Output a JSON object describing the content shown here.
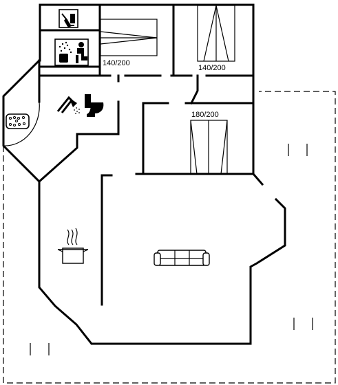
{
  "plan": {
    "beds": [
      {
        "id": "bed-1",
        "label": "140/200"
      },
      {
        "id": "bed-2",
        "label": "140/200"
      },
      {
        "id": "bed-3",
        "label": "180/200"
      }
    ],
    "icons": [
      {
        "id": "vacuum",
        "name": "vacuum-cleaner-icon"
      },
      {
        "id": "sauna",
        "name": "sauna-icon"
      },
      {
        "id": "hot-tub",
        "name": "hot-tub-icon"
      },
      {
        "id": "shower",
        "name": "shower-icon"
      },
      {
        "id": "toilet",
        "name": "toilet-icon"
      },
      {
        "id": "cooking-pot",
        "name": "cooking-pot-icon"
      },
      {
        "id": "sofa",
        "name": "sofa-icon"
      }
    ]
  }
}
